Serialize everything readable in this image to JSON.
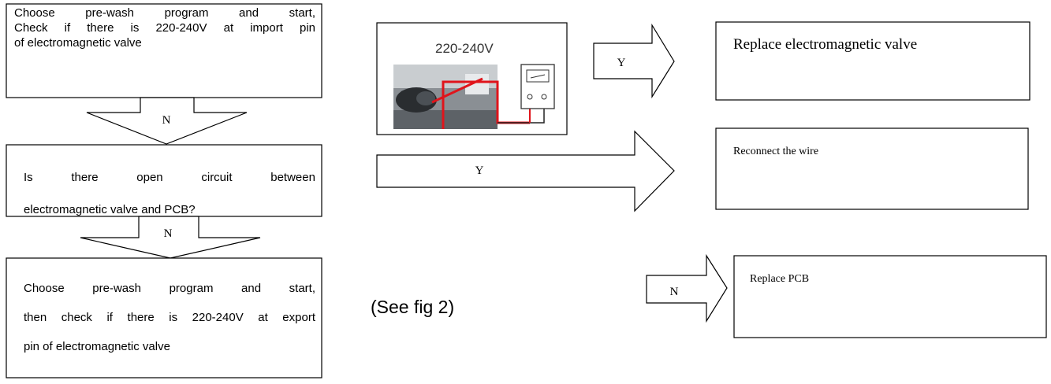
{
  "flow_left": {
    "step1_lines": [
      "Choose pre-wash program and start,",
      "Check if there is 220-240V at import pin",
      "of electromagnetic valve"
    ],
    "step1_arrow_label": "N",
    "step2_line1_words": [
      "Is",
      "there",
      "open",
      "circuit",
      "between"
    ],
    "step2_line2": "electromagnetic valve and PCB?",
    "step2_arrow_label": "N",
    "step3_lines": [
      "Choose pre-wash program and start,",
      "then check if there is 220-240V at export",
      "pin of electromagnetic valve"
    ]
  },
  "figure": {
    "meter_label": "220-240V",
    "see_fig": "(See fig 2)"
  },
  "right_results": {
    "arrow1_label": "Y",
    "result1": "Replace electromagnetic valve",
    "arrow2_label": "Y",
    "result2": "Reconnect the wire",
    "arrow3_label": "N",
    "result3": "Replace PCB"
  }
}
